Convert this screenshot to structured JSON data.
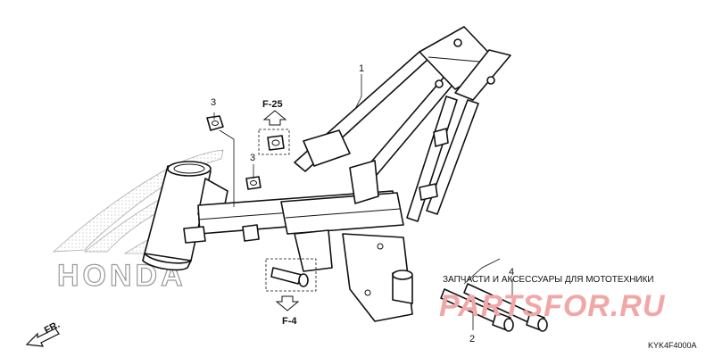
{
  "brand_text": "HONDA",
  "shop_banner": "ЗАПЧАСТИ И АКСЕССУАРЫ ДЛЯ МОТОТЕХНИКИ",
  "watermark": "PARTSFOR.RU",
  "callouts": {
    "frame_body": "1",
    "bolt_long": "2",
    "nut_upper": "3",
    "nut_lower": "3",
    "bolt_short": "4"
  },
  "refs": {
    "up": "F-25",
    "down": "F-4"
  },
  "front_label": "FR.",
  "diagram_code": "KYK4F4000A"
}
